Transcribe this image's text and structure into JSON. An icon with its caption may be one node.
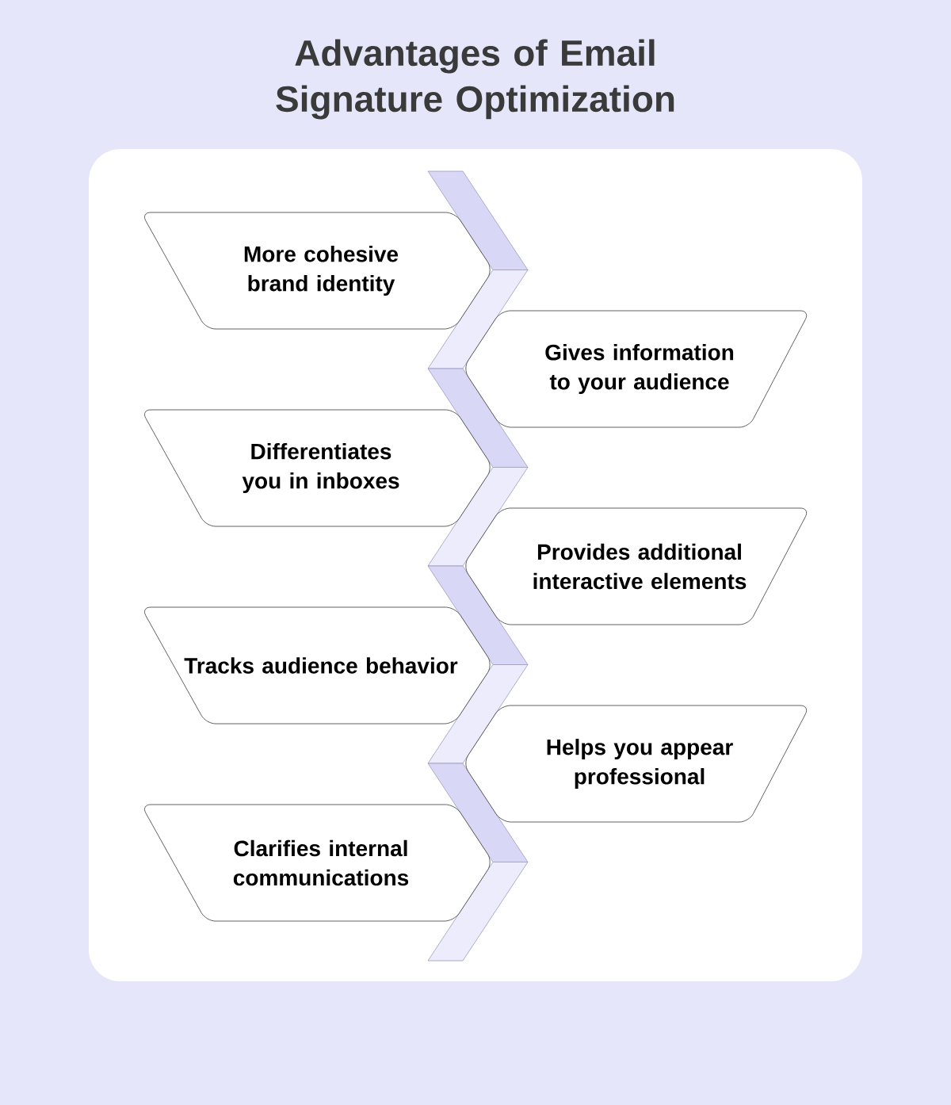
{
  "diagram": {
    "title": "Advantages of Email Signature Optimization",
    "nodes": [
      {
        "text": [
          "More cohesive brand identity"
        ]
      },
      {
        "text": [
          "Gives information to your audience"
        ]
      },
      {
        "text": [
          "Differentiates you in inboxes"
        ]
      },
      {
        "text": [
          "Provides additional interactive elements"
        ]
      },
      {
        "text": [
          "Tracks audience behavior"
        ]
      },
      {
        "text": [
          "Helps you appear professional"
        ]
      },
      {
        "text": [
          "Clarifies internal communications"
        ]
      }
    ]
  }
}
